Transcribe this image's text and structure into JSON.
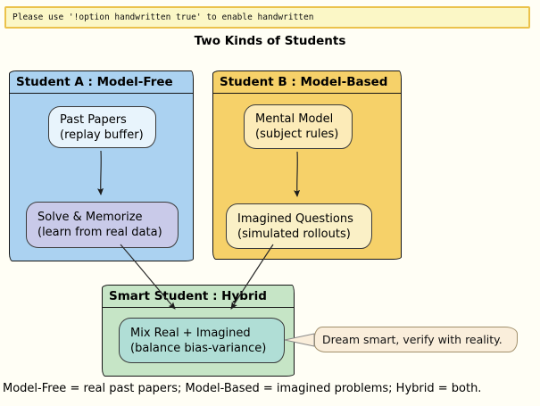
{
  "banner": {
    "text": "Please use '!option handwritten true' to enable handwritten"
  },
  "title": "Two Kinds of Students",
  "packages": {
    "model_free": {
      "title": "Student A : Model-Free",
      "fill": "#ABD2F1",
      "nodes": {
        "past_papers": {
          "line1": "Past Papers",
          "line2": "(replay buffer)",
          "fill": "#E8F4FC"
        },
        "solve": {
          "line1": "Solve & Memorize",
          "line2": "(learn from real data)",
          "fill": "#C9CAE9"
        }
      }
    },
    "model_based": {
      "title": "Student B : Model-Based",
      "fill": "#F6D169",
      "nodes": {
        "mental_model": {
          "line1": "Mental Model",
          "line2": "(subject rules)",
          "fill": "#FCEBB8"
        },
        "imagined_questions": {
          "line1": "Imagined Questions",
          "line2": "(simulated rollouts)",
          "fill": "#FAF0C6"
        }
      }
    },
    "hybrid": {
      "title": "Smart Student : Hybrid",
      "fill": "#C6E5C6",
      "nodes": {
        "mix": {
          "line1": "Mix Real + Imagined",
          "line2": "(balance bias-variance)",
          "fill": "#B0DED6"
        }
      }
    }
  },
  "note": {
    "text": "Dream smart, verify with reality.",
    "fill": "#FAEEDB",
    "border": "#A2906C"
  },
  "caption": "Model-Free = real past papers; Model-Based = imagined problems; Hybrid = both.",
  "colors": {
    "page_background": "#FFFEF5",
    "banner_fill": "#FBF7C6",
    "banner_border": "#EBC24B",
    "arrow": "#2a2a2a"
  }
}
